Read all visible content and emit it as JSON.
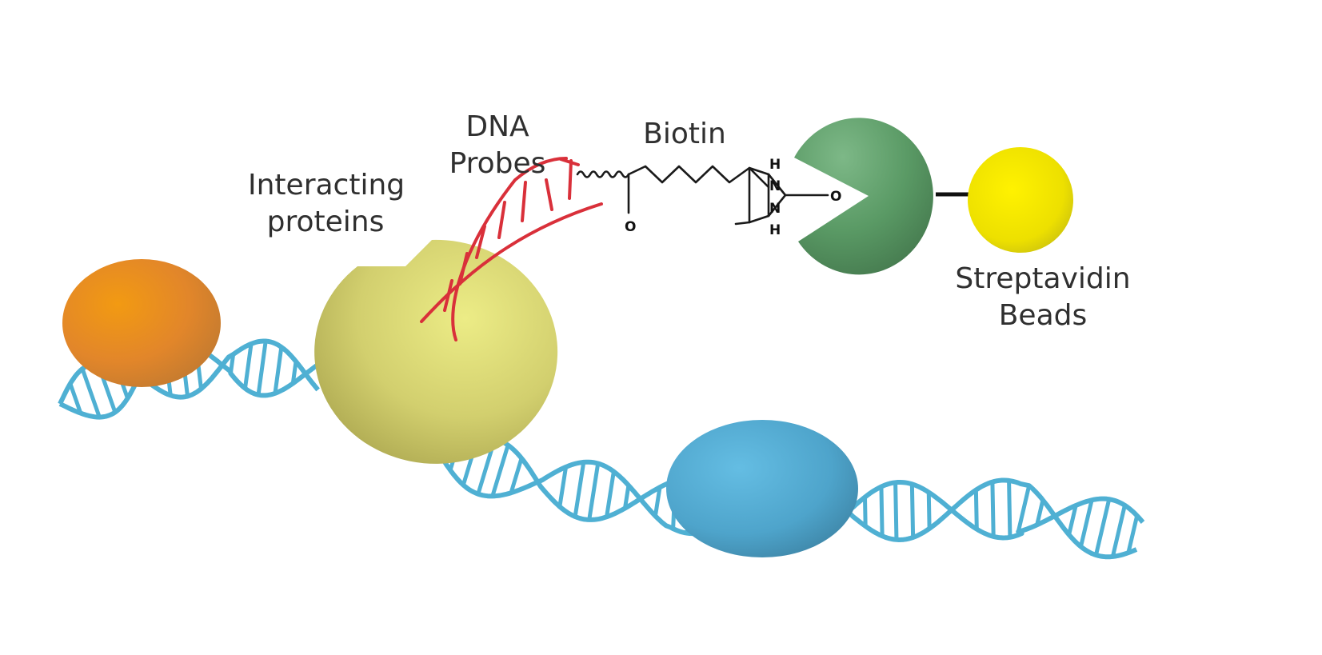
{
  "labels": {
    "interacting_proteins": [
      "Interacting",
      "proteins"
    ],
    "dna_probes": [
      "DNA",
      "Probes"
    ],
    "biotin": "Biotin",
    "streptavidin_beads": [
      "Streptavidin",
      "Beads"
    ]
  },
  "chemistry": {
    "carbonyl_oxygen": "O",
    "ring_h_top": "H",
    "ring_n_top": "N",
    "ring_n_bottom": "N",
    "ring_h_bottom": "H",
    "ring_oxygen": "O"
  },
  "colors": {
    "dna_strand": "#4fb0d3",
    "probe_strand": "#d9303a",
    "orange_protein": "#e6891a",
    "olive_protein": "#cfcd6c",
    "blue_protein": "#4ea6cc",
    "streptavidin": "#4f8f5b",
    "bead": "#f2e300",
    "text": "#303030"
  }
}
